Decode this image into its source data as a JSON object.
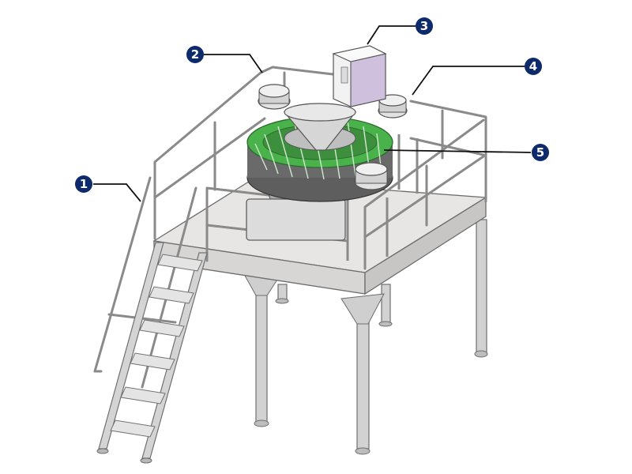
{
  "callouts": [
    {
      "id": "1",
      "label": "1"
    },
    {
      "id": "2",
      "label": "2"
    },
    {
      "id": "3",
      "label": "3"
    },
    {
      "id": "4",
      "label": "4"
    },
    {
      "id": "5",
      "label": "5"
    }
  ],
  "colors": {
    "callout_fill": "#0d2a6b",
    "steel": "#c9c9c9",
    "steel_dark": "#6d6d6d",
    "deck": "#e6e4e2",
    "bucket_green": "#49b24a",
    "panel_lilac": "#cfc1dd"
  }
}
